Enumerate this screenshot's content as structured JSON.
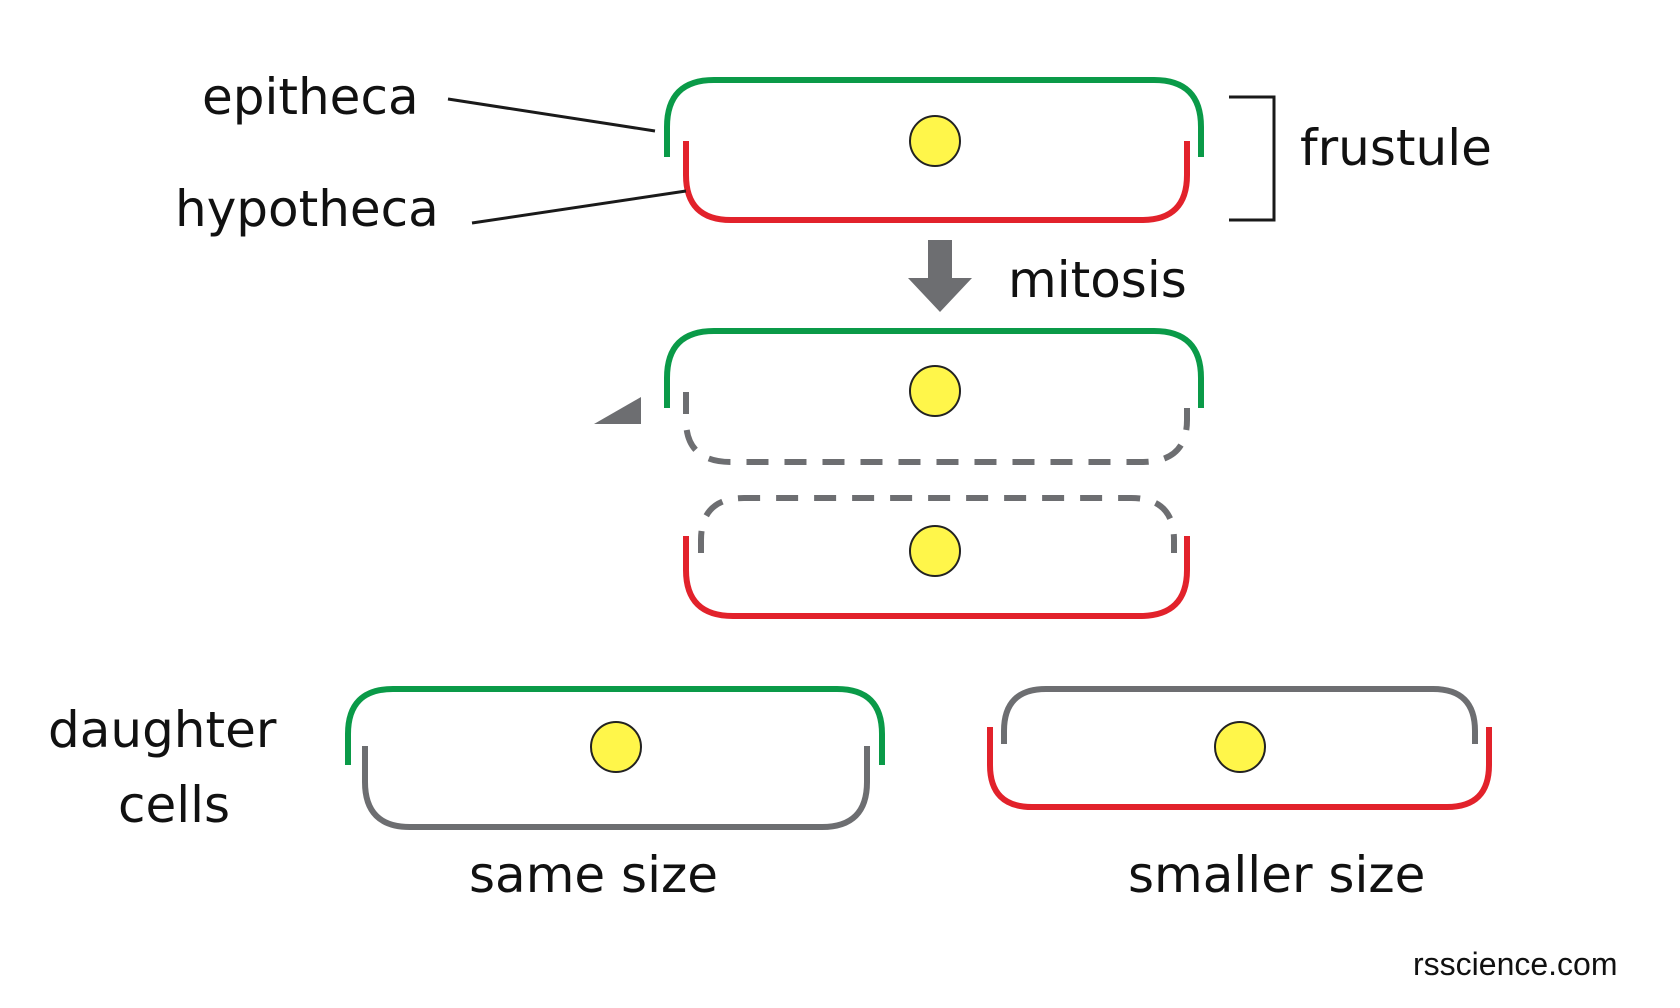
{
  "labels": {
    "epitheca": "epitheca",
    "hypotheca": "hypotheca",
    "frustule": "frustule",
    "mitosis": "mitosis",
    "daughter_line1": "daughter",
    "daughter_line2": "cells",
    "same_size": "same size",
    "smaller_size": "smaller size",
    "credit": "rsscience.com"
  },
  "colors": {
    "epitheca": "#0a9a48",
    "hypotheca": "#e2222b",
    "new_theca": "#6d6e71",
    "dashed_new": "#6d6e71",
    "nucleus": "#fff64a",
    "arrow": "#6d6e71"
  }
}
